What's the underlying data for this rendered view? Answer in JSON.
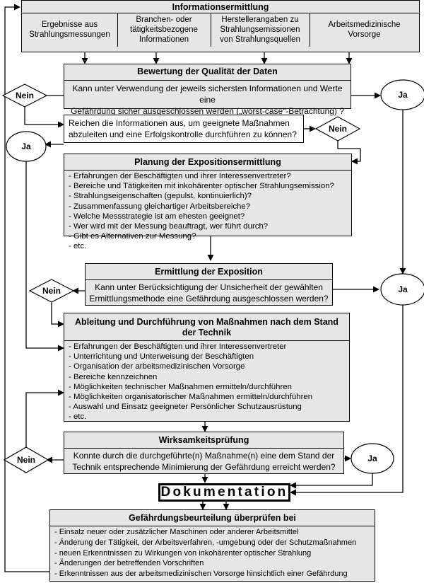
{
  "info": {
    "title": "Informationsermittlung",
    "cells": [
      [
        "Ergebnisse aus",
        "Strahlungsmessungen"
      ],
      [
        "Branchen- oder",
        "tätigkeitsbezogene",
        "Informationen"
      ],
      [
        "Herstellerangaben zu",
        "Strahlungsemissionen",
        "von Strahlungsquellen"
      ],
      [
        "Arbeitsmedizinische",
        "Vorsorge"
      ]
    ]
  },
  "bewertung": {
    "title": "Bewertung der Qualität der Daten",
    "lines": [
      "Kann unter Verwendung der jeweils sichersten Informationen und Werte eine",
      "Gefährdung sicher ausgeschlossen werden („worst-case“-Betrachtung) ?"
    ]
  },
  "reichen": {
    "lines": [
      "Reichen die Informationen aus, um geeignete Maßnahmen",
      "abzuleiten und eine Erfolgskontrolle durchführen zu können?"
    ]
  },
  "planung": {
    "title": "Planung der Expositionsermittlung",
    "items": [
      "- Erfahrungen der Beschäftigten und ihrer Interessenvertreter?",
      "- Bereiche und Tätigkeiten mit inkohärenter optischer Strahlungsemission?",
      "- Strahlungseigenschaften (gepulst, kontinuierlich)?",
      "- Zusammenfassung gleichartiger Arbeitsbereiche?",
      "- Welche Messstrategie ist am ehesten geeignet?",
      "- Wer wird mit der Messung beauftragt, wer führt durch?",
      "- Gibt es Alternativen zur Messung?",
      "- etc."
    ]
  },
  "ermittlung": {
    "title": "Ermittlung der Exposition",
    "lines": [
      "Kann unter Berücksichtigung der Unsicherheit der gewählten",
      "Ermittlungsmethode eine Gefährdung ausgeschlossen werden?"
    ]
  },
  "ableitung": {
    "title_lines": [
      "Ableitung und Durchführung von Maßnahmen nach dem Stand",
      "der Technik"
    ],
    "items": [
      "- Erfahrungen der Beschäftigten und ihrer Interessenvertreter",
      "- Unterrichtung und Unterweisung der Beschäftigten",
      "- Organisation der arbeitsmedizinischen Vorsorge",
      "- Bereiche kennzeichnen",
      "- Möglichkeiten technischer Maßnahmen ermitteln/durchführen",
      "- Möglichkeiten organisatorischer Maßnahmen ermitteln/durchführen",
      "- Auswahl und Einsatz geeigneter Persönlicher Schutzausrüstung",
      "- etc."
    ]
  },
  "wirksamkeit": {
    "title": "Wirksamkeitsprüfung",
    "lines": [
      "Konnte durch die durchgeführte(n) Maßnahme(n) eine dem Stand der",
      "Technik entsprechende Minimierung der Gefährdung erreicht werden?"
    ]
  },
  "dokumentation": "Dokumentation",
  "ueberpruefen": {
    "title": "Gefährdungsbeurteilung überprüfen bei",
    "items": [
      "- Einsatz neuer oder zusätzlicher Maschinen oder anderer Arbeitsmittel",
      "- Änderung der Tätigkeit, der Arbeitsverfahren, -umgebung oder der Schutzmaßnahmen",
      "- neuen Erkenntnissen zu Wirkungen von inkohärenter optischer Strahlung",
      "- Änderungen der betreffenden Vorschriften",
      "- Erkenntnissen aus der arbeitsmedizinischen Vorsorge hinsichtlich einer Gefährdung"
    ]
  },
  "decisions": {
    "nein": "Nein",
    "ja": "Ja"
  }
}
